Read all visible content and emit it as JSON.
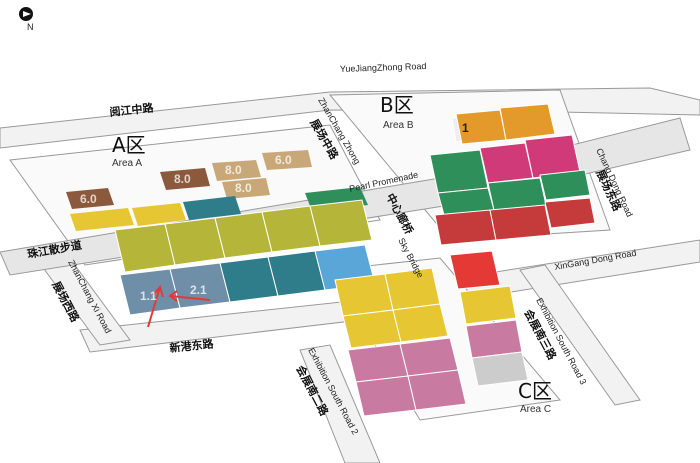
{
  "compass": {
    "letter": "N"
  },
  "roads": {
    "yuejiang": "YueJiangZhong Road",
    "yuejiang_cn": "阅江中路",
    "zhanchang_zhong_en": "ZhanChang Zhong",
    "zhanchang_zhong_cn": "展场中路",
    "pearl_promenade": "Pearl Promenade",
    "zhujiang_cn": "珠江散步道",
    "zhanchang_dong_en": "Chang Dong Road",
    "zhanchang_dong_cn": "展场东路",
    "xingang_dong": "XinGang Dong Road",
    "xingang_dong_cn": "新港东路",
    "zhanchang_xi_en": "ZhanChang Xi Road",
    "zhanchang_xi_cn": "展场西路",
    "sky_bridge_en": "Sky Bridge",
    "sky_bridge_cn": "中心廊桥",
    "exhibition_south2_en": "Exhibition South Road 2",
    "exhibition_south2_cn": "会展南二路",
    "exhibition_south3_en": "Exhibition South Road 3",
    "exhibition_south3_cn": "会展南三路"
  },
  "areas": {
    "a": {
      "cn": "A区",
      "en": "Area A"
    },
    "b": {
      "cn": "B区",
      "en": "Area B"
    },
    "c": {
      "cn": "C区",
      "en": "Area C"
    }
  },
  "halls": {
    "h6": "6.0",
    "h8a": "8.0",
    "h8b": "8.0",
    "h6b": "6.0",
    "h8c": "8.0",
    "h11": "1.1",
    "h21": "2.1",
    "b1": "1"
  },
  "colors": {
    "olive": "#b5b53a",
    "steel": "#6f8fa8",
    "teal": "#2f7d8a",
    "blue_light": "#5aa6d8",
    "brown": "#8b5a3c",
    "tan": "#c8a878",
    "orange": "#e39a2a",
    "green": "#2f8f5a",
    "magenta": "#d13a78",
    "red": "#c53b3b",
    "yellow": "#e6c733",
    "pink": "#c97aa0",
    "arrow": "#e53935"
  }
}
